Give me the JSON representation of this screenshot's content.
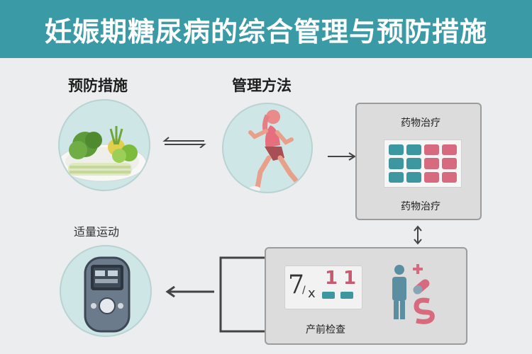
{
  "header": {
    "title": "妊娠期糖尿病的综合管理与预防措施"
  },
  "sections": {
    "prevention": "预防措施",
    "management": "管理方法",
    "exercise": "适量运动"
  },
  "medication_panel": {
    "title": "药物治疗",
    "caption": "药物治疗"
  },
  "prenatal_panel": {
    "caption": "产前检查",
    "numbers": {
      "left": "7",
      "left_sub": "/",
      "multiply": "x",
      "a": "1",
      "b": "1"
    }
  },
  "icons": [
    "vegetables-icon",
    "runner-icon",
    "glucose-meter-icon",
    "pill-grid-icon",
    "doctor-icon"
  ],
  "colors": {
    "header": "#3a9aa5",
    "circle": "#cfe6e6",
    "teal": "#3d97a0",
    "pink": "#d86a80"
  }
}
